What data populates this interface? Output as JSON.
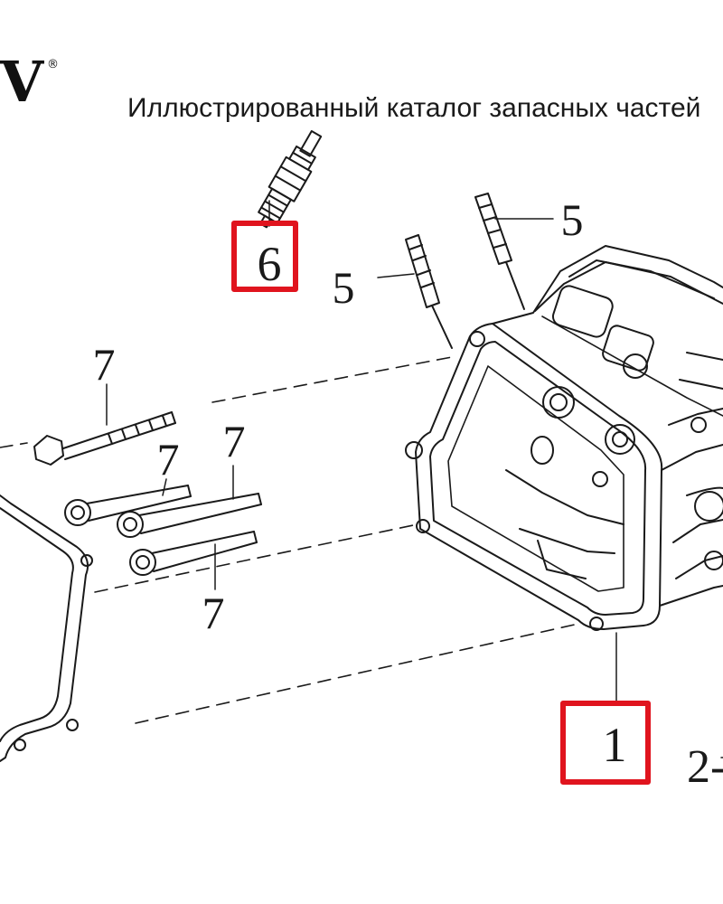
{
  "header": {
    "logo_text": "V",
    "registered_mark": "®",
    "title": "Иллюстрированный каталог запасных частей"
  },
  "callouts": [
    {
      "id": "1",
      "label": "1",
      "highlighted": true
    },
    {
      "id": "2",
      "label": "2-",
      "highlighted": false
    },
    {
      "id": "5a",
      "label": "5",
      "highlighted": false
    },
    {
      "id": "5b",
      "label": "5",
      "highlighted": false
    },
    {
      "id": "6",
      "label": "6",
      "highlighted": true
    },
    {
      "id": "7a",
      "label": "7",
      "highlighted": false
    },
    {
      "id": "7b",
      "label": "7",
      "highlighted": false
    },
    {
      "id": "7c",
      "label": "7",
      "highlighted": false
    },
    {
      "id": "7d",
      "label": "7",
      "highlighted": false
    }
  ],
  "colors": {
    "line": "#1a1a1a",
    "highlight_box": "#e0141e",
    "background": "#ffffff"
  }
}
